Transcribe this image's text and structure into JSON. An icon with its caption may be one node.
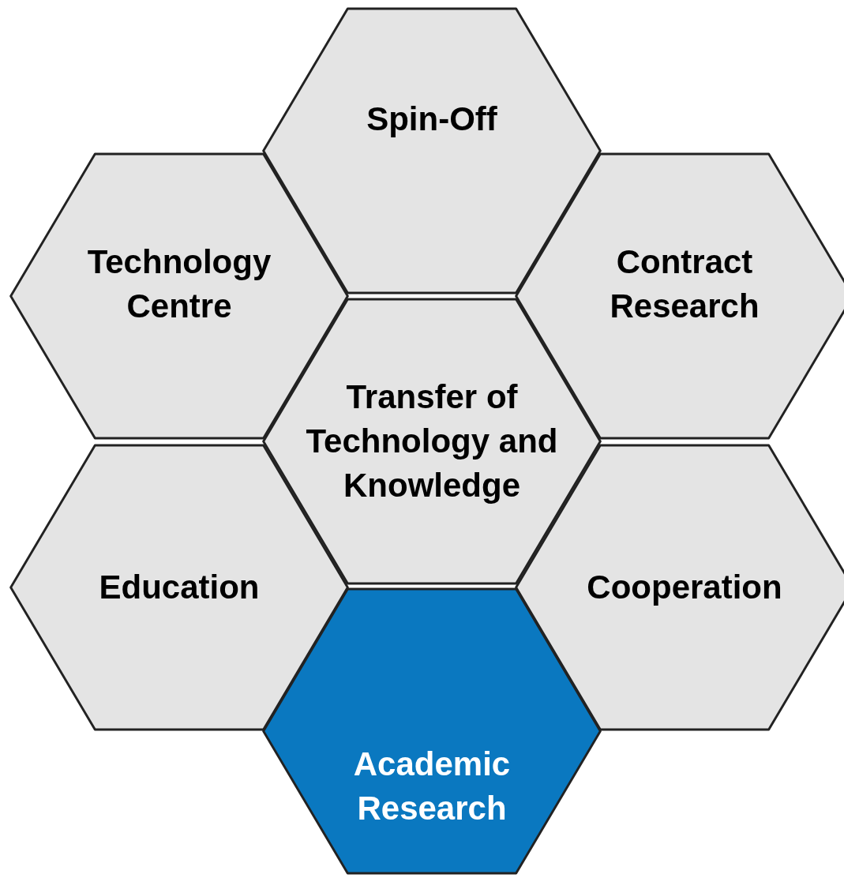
{
  "diagram": {
    "nodes": [
      {
        "text": [
          "Spin-Off"
        ]
      },
      {
        "text": [
          "Technology Centre"
        ]
      },
      {
        "text": [
          "Contract Research"
        ]
      },
      {
        "text": [
          "Transfer of Technology and Knowledge"
        ]
      },
      {
        "text": [
          "Education"
        ]
      },
      {
        "text": [
          "Cooperation"
        ]
      },
      {
        "text": [
          "Academic Research"
        ]
      }
    ]
  }
}
